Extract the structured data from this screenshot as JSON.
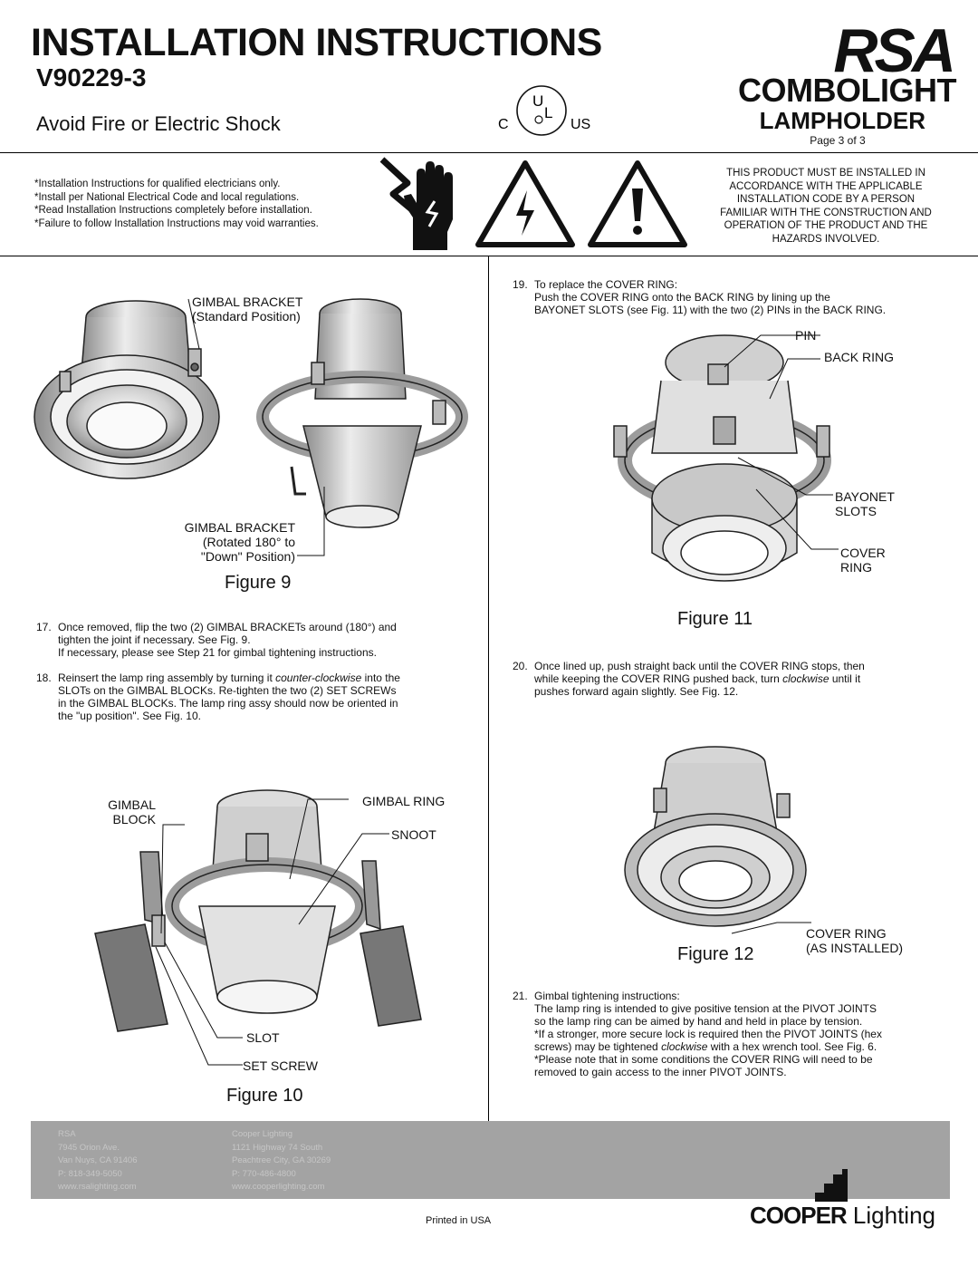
{
  "header": {
    "title": "INSTALLATION INSTRUCTIONS",
    "model": "V90229-3",
    "subtitle": "Avoid Fire or Electric Shock",
    "brand": "RSA",
    "product": "COMBOLIGHT",
    "subproduct": "LAMPHOLDER",
    "page": "Page 3 of 3",
    "cert_mark": {
      "c": "C",
      "u": "U",
      "l": "L",
      "us": "US"
    }
  },
  "intro_notes": [
    "*Installation Instructions for qualified electricians only.",
    "*Install per National Electrical Code and local regulations.",
    "*Read Installation Instructions completely before installation.",
    "*Failure to follow Installation Instructions may void warranties."
  ],
  "warning_box": [
    "THIS PRODUCT MUST BE INSTALLED IN",
    "ACCORDANCE WITH THE APPLICABLE",
    "INSTALLATION CODE BY A PERSON",
    "FAMILIAR WITH THE CONSTRUCTION AND",
    "OPERATION OF THE PRODUCT AND THE",
    "HAZARDS INVOLVED."
  ],
  "icons": [
    "shock-hand-icon",
    "electric-hazard-icon",
    "caution-icon"
  ],
  "figure9": {
    "caption": "Figure 9",
    "label_standard": [
      "GIMBAL BRACKET",
      "(Standard Position)"
    ],
    "label_rotated": [
      "GIMBAL BRACKET",
      "(Rotated 180° to",
      "\"Down\" Position)"
    ]
  },
  "steps_left": [
    {
      "num": "17.",
      "lines": [
        "Once removed, flip the two (2) GIMBAL BRACKETs around (180°) and",
        "tighten the joint if necessary. See Fig. 9.",
        "If necessary, please see Step 21 for gimbal tightening instructions."
      ]
    },
    {
      "num": "18.",
      "pre": "Reinsert the lamp ring assembly by turning it ",
      "em": "counter-clockwise",
      "post": " into the",
      "lines": [
        "SLOTs on the GIMBAL BLOCKs. Re-tighten the two (2) SET SCREWs",
        "in the GIMBAL BLOCKs. The lamp ring assy should now be oriented in",
        "the \"up position\". See Fig. 10."
      ]
    }
  ],
  "figure10": {
    "caption": "Figure 10",
    "label_block": [
      "GIMBAL",
      "BLOCK"
    ],
    "label_ring": "GIMBAL RING",
    "label_snoot": "SNOOT",
    "label_slot": "SLOT",
    "label_screw": "SET SCREW"
  },
  "step19": {
    "num": "19.",
    "lines": [
      "To replace the COVER RING:",
      "Push the COVER RING onto the BACK RING by lining up the",
      "BAYONET SLOTS (see Fig. 11) with the two (2) PINs in the BACK RING."
    ]
  },
  "figure11": {
    "caption": "Figure 11",
    "label_pin": "PIN",
    "label_back": "BACK RING",
    "label_bayonet": [
      "BAYONET",
      "SLOTS"
    ],
    "label_cover": [
      "COVER",
      "RING"
    ]
  },
  "step20": {
    "num": "20.",
    "line1": "Once lined up, push straight back until the COVER RING stops, then",
    "pre": "while keeping the COVER RING pushed back, turn ",
    "em": "clockwise",
    "post": " until it",
    "line3": "pushes forward again slightly. See Fig. 12."
  },
  "figure12": {
    "caption": "Figure 12",
    "label_cover": [
      "COVER RING",
      "(AS INSTALLED)"
    ]
  },
  "step21": {
    "num": "21.",
    "lines": [
      "Gimbal tightening instructions:",
      "The lamp ring is intended to give positive tension at the PIVOT JOINTS",
      "so the lamp ring can be aimed by hand and held in place by tension.",
      "*If a stronger, more secure lock is required then the PIVOT JOINTS (hex"
    ],
    "pre": "screws) may be tightened ",
    "em": "clockwise",
    "post": " with a hex wrench tool. See Fig. 6.",
    "lines2": [
      "*Please note that in some conditions the COVER RING will need to be",
      "removed to gain access to the inner PIVOT JOINTS."
    ]
  },
  "footer": {
    "rsa": [
      "RSA",
      "7945 Orion Ave.",
      "Van Nuys, CA 91406",
      "P: 818-349-5050",
      "www.rsalighting.com"
    ],
    "cooper": [
      "Cooper Lighting",
      "1121 Highway 74 South",
      "Peachtree City, GA 30269",
      "P: 770-486-4800",
      "www.cooperlighting.com"
    ],
    "printed": "Printed in USA",
    "logo_bold": "COOPER",
    "logo_light": "Lighting"
  },
  "colors": {
    "footer_band": "#a3a3a3",
    "footer_text": "#c6c6c6",
    "ink": "#111111"
  }
}
